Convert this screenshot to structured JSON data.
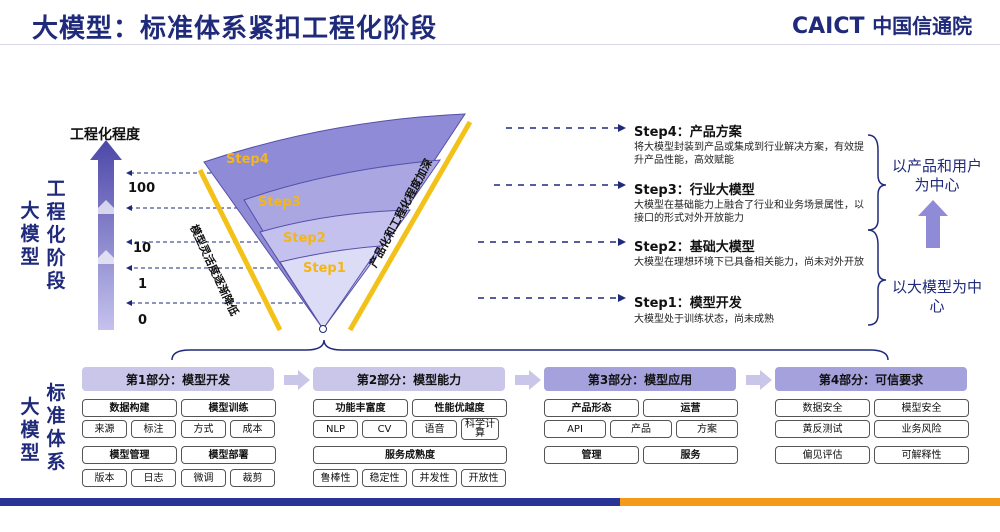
{
  "title": "大模型：标准体系紧扣工程化阶段",
  "logo": {
    "brand": "CAICT",
    "name": "中国信通院"
  },
  "left_labels": {
    "stage": "大\n模型",
    "stage2": "工\n程\n化\n阶\n段",
    "std": "大\n模型",
    "std2": "标\n准\n体\n系"
  },
  "axis": {
    "title": "工程化程度",
    "ticks": [
      "100",
      "10",
      "1",
      "0"
    ]
  },
  "fan": {
    "steps": [
      "Step4",
      "Step3",
      "Step2",
      "Step1"
    ],
    "left_text": "模型灵活度逐渐降低",
    "right_text": "产品化和工程化程度加深"
  },
  "steps": [
    {
      "title": "Step4：产品方案",
      "desc": "将大模型封装到产品或集成到行业解决方案，有效提升产品性能，高效赋能"
    },
    {
      "title": "Step3：行业大模型",
      "desc": "大模型在基础能力上融合了行业和业务场景属性，以接口的形式对外开放能力"
    },
    {
      "title": "Step2：基础大模型",
      "desc": "大模型在理想环境下已具备相关能力，尚未对外开放"
    },
    {
      "title": "Step1：模型开发",
      "desc": "大模型处于训练状态，尚未成熟"
    }
  ],
  "side": {
    "top": "以产品和用户为中心",
    "bottom": "以大模型为中心"
  },
  "parts": [
    {
      "label": "第1部分：模型开发",
      "row1": [
        "数据构建",
        "模型训练"
      ],
      "row2": [
        "来源",
        "标注",
        "方式",
        "成本"
      ],
      "row3": [
        "模型管理",
        "模型部署"
      ],
      "row4": [
        "版本",
        "日志",
        "微调",
        "裁剪"
      ]
    },
    {
      "label": "第2部分：模型能力",
      "row1": [
        "功能丰富度",
        "性能优越度"
      ],
      "row2": [
        "NLP",
        "CV",
        "语音",
        "科学计算"
      ],
      "row3": [
        "服务成熟度"
      ],
      "row4": [
        "鲁棒性",
        "稳定性",
        "并发性",
        "开放性"
      ]
    },
    {
      "label": "第3部分：模型应用",
      "row1": [
        "产品形态",
        "运营"
      ],
      "row2": [
        "API",
        "产品",
        "方案"
      ],
      "row3": [
        "管理",
        "服务"
      ]
    },
    {
      "label": "第4部分：可信要求",
      "row1": [
        "数据安全",
        "模型安全"
      ],
      "row2": [
        "黄反测试",
        "业务风险"
      ],
      "row3": [
        "偏见评估",
        "可解释性"
      ]
    }
  ],
  "colors": {
    "navy": "#1f2a7a",
    "accent": "#f39a1a",
    "fan": "#8f8bd6",
    "part": "#c9c6ea"
  }
}
